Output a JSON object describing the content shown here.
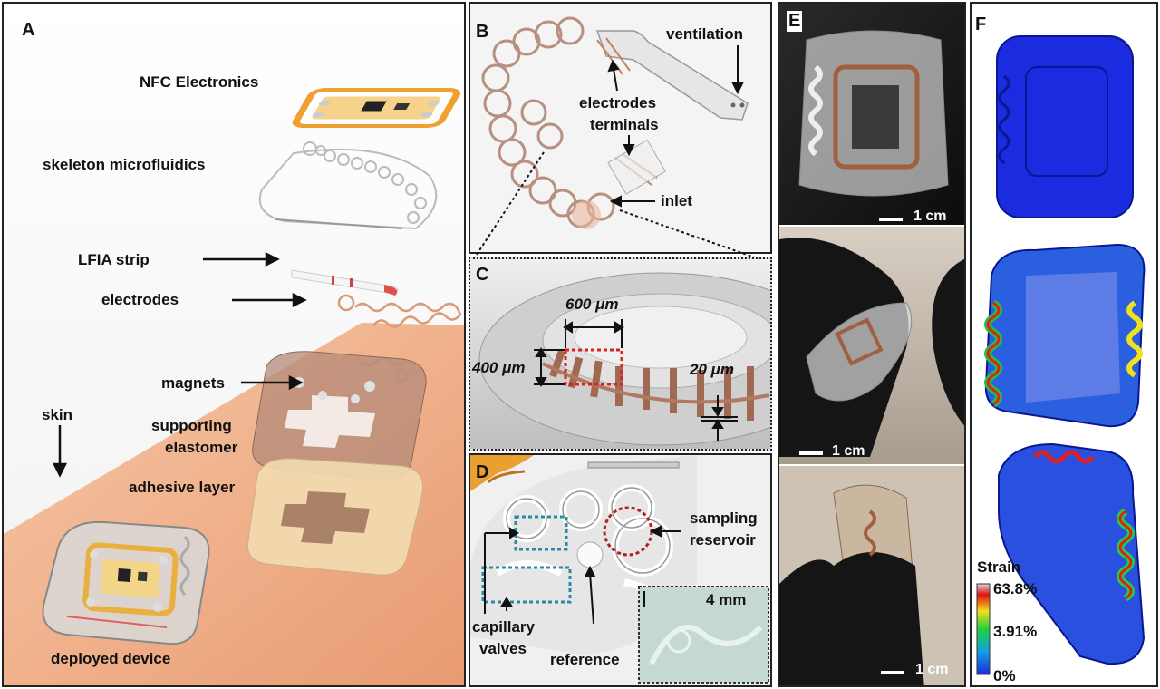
{
  "panels": {
    "a": {
      "label": "A"
    },
    "b": {
      "label": "B"
    },
    "c": {
      "label": "C"
    },
    "d": {
      "label": "D"
    },
    "e": {
      "label": "E"
    },
    "f": {
      "label": "F"
    }
  },
  "panel_a": {
    "nfc": "NFC Electronics",
    "skeleton": "skeleton microfluidics",
    "lfia": "LFIA strip",
    "electrodes": "electrodes",
    "magnets": "magnets",
    "skin": "skin",
    "supporting_1": "supporting",
    "supporting_2": "elastomer",
    "adhesive": "adhesive layer",
    "deployed": "deployed device"
  },
  "panel_b": {
    "ventilation": "ventilation",
    "electrodes_1": "electrodes",
    "electrodes_2": "terminals",
    "inlet": "inlet"
  },
  "panel_c": {
    "dim_600": "600 μm",
    "dim_400": "400 μm",
    "dim_20": "20 μm"
  },
  "panel_d": {
    "sampling_1": "sampling",
    "sampling_2": "reservoir",
    "scale": "4 mm",
    "capillary_1": "capillary",
    "capillary_2": "valves",
    "reference": "reference"
  },
  "panel_e": {
    "scale_1": "1 cm",
    "scale_2": "1 cm",
    "scale_3": "1 cm"
  },
  "panel_f": {
    "legend_title": "Strain",
    "legend_max": "63.8%",
    "legend_mid": "3.91%",
    "legend_min": "0%"
  },
  "colors": {
    "skin": "#f3b48f",
    "nfc_coil": "#f0a030",
    "strain_low": "#1a2be0",
    "strain_high": "#e01010",
    "valve_box": "#2a8aa0",
    "reservoir_circle": "#b02020",
    "dim_box": "#e02020"
  }
}
